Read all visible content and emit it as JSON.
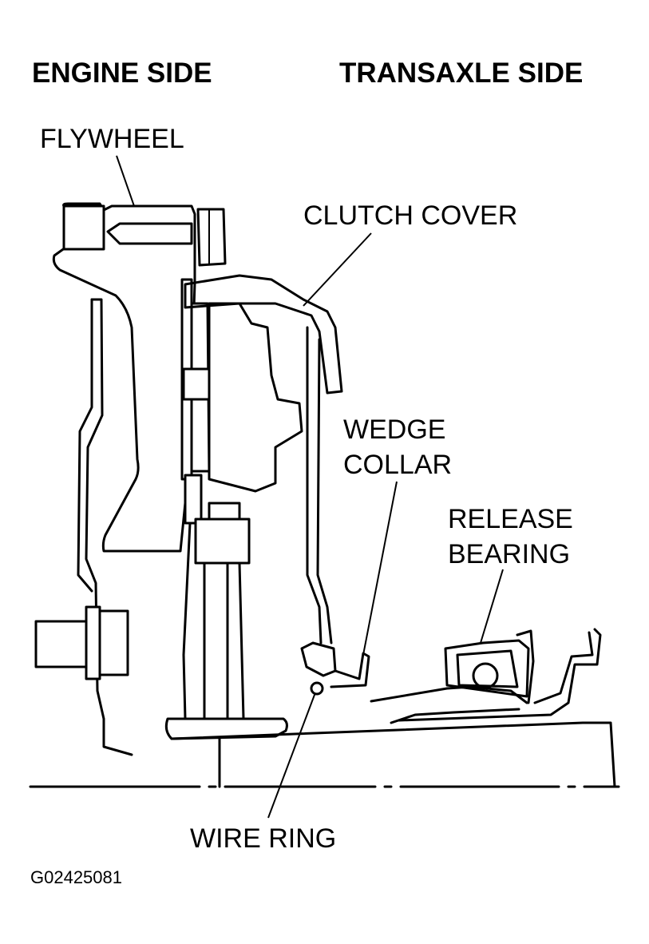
{
  "headings": {
    "engine_side": "ENGINE SIDE",
    "transaxle_side": "TRANSAXLE SIDE"
  },
  "labels": {
    "flywheel": "FLYWHEEL",
    "clutch_cover": "CLUTCH COVER",
    "wedge_collar_line1": "WEDGE",
    "wedge_collar_line2": "COLLAR",
    "release_bearing_line1": "RELEASE",
    "release_bearing_line2": "BEARING",
    "wire_ring": "WIRE RING"
  },
  "figure_code": "G02425081"
}
